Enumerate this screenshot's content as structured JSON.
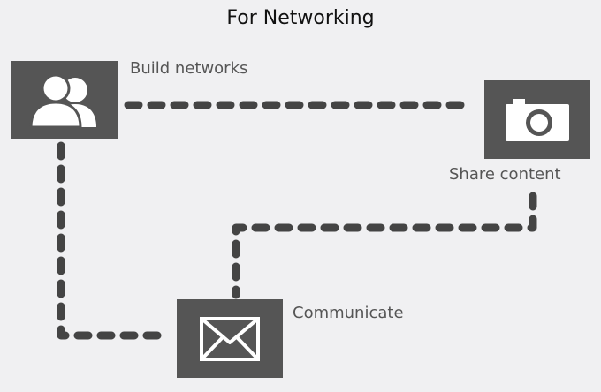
{
  "diagram": {
    "title": "For Networking",
    "nodes": [
      {
        "id": "build",
        "label": "Build networks",
        "icon": "people-icon"
      },
      {
        "id": "share",
        "label": "Share content",
        "icon": "camera-icon"
      },
      {
        "id": "communicate",
        "label": "Communicate",
        "icon": "envelope-icon"
      }
    ],
    "connections": [
      {
        "from": "build",
        "to": "share",
        "style": "dashed"
      },
      {
        "from": "build",
        "to": "communicate",
        "style": "dashed"
      },
      {
        "from": "share",
        "to": "communicate",
        "style": "dashed"
      }
    ]
  },
  "colors": {
    "background": "#f0f0f2",
    "tile": "#555555",
    "icon": "#ffffff",
    "connector": "#444444",
    "title_text": "#111111",
    "label_text": "#555555"
  }
}
